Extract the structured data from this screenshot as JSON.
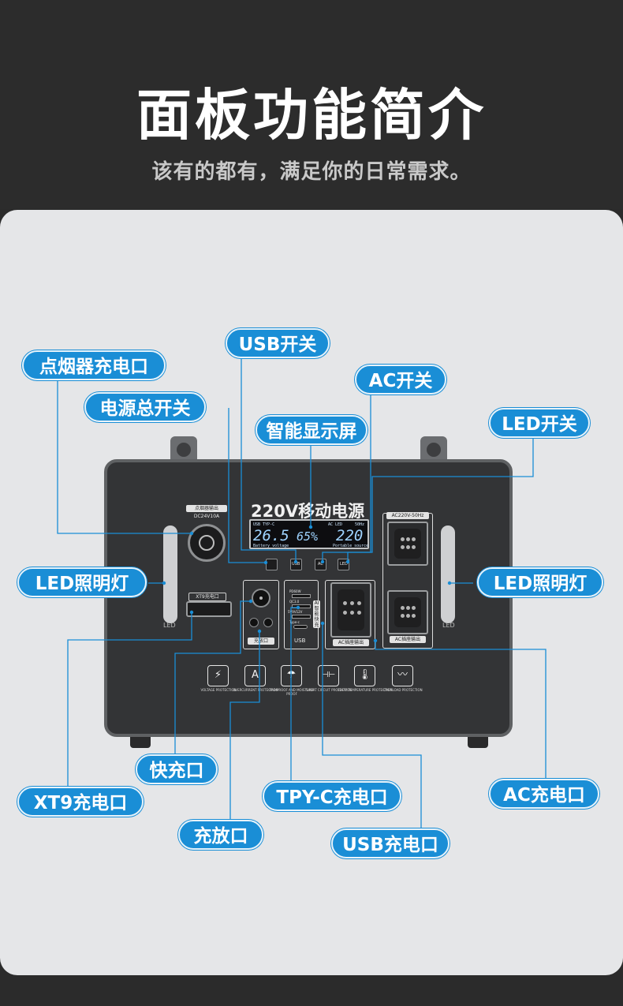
{
  "header": {
    "title": "面板功能简介",
    "subtitle": "该有的都有，满足你的日常需求。"
  },
  "callouts": {
    "cigarette": "点烟器充电口",
    "usb_switch": "USB开关",
    "ac_switch": "AC开关",
    "main_switch": "电源总开关",
    "display": "智能显示屏",
    "led_switch": "LED开关",
    "led_light_left": "LED照明灯",
    "led_light_right": "LED照明灯",
    "fast_charge": "快充口",
    "xt9": "XT9充电口",
    "typec": "TPY-C充电口",
    "ac_charge": "AC充电口",
    "charge_discharge": "充放口",
    "usb_charge": "USB充电口"
  },
  "device": {
    "panel_title": "220V移动电源",
    "cig_label_1": "点烟器输出",
    "cig_label_2": "DC24V10A",
    "xt9_label": "XT9充电口",
    "ac_label_top": "AC220V-50Hz",
    "ac_label_1": "AC插座输出",
    "ac_label_2": "AC插座输出",
    "fast_label": "充放口",
    "usb_label": "USB",
    "usb_ports": [
      "PD60W",
      "QC3.0",
      "5V9V12V",
      "Type-c"
    ],
    "usb_side": "AI智能快充",
    "led_left": "LED",
    "led_right": "LED",
    "buttons": [
      "电源总开关",
      "USB开关",
      "AC开关",
      "LED开关"
    ],
    "button_short": [
      "",
      "USB",
      "AC",
      "LED"
    ],
    "lcd": {
      "top_left": "USB TYP-C",
      "top_right": "AC LED",
      "freq": "50Hz",
      "voltage": "26.5",
      "percent": "65%",
      "output": "220",
      "bottom_left": "Battery voltage",
      "bottom_right": "Portable source"
    },
    "protections": [
      {
        "icon": "⚡",
        "label": "VOLTAGE PROTECTION"
      },
      {
        "icon": "A",
        "label": "OVERCURRENT PROTECTION"
      },
      {
        "icon": "☂",
        "label": "RAINPROOF AND MOISTURE-PROOF"
      },
      {
        "icon": "⊣⊢",
        "label": "SHORT CIRCUIT PROTECTION"
      },
      {
        "icon": "🌡",
        "label": "LOEW TEMPERATURE PROTECTION"
      },
      {
        "icon": "〰",
        "label": "OVERLOAD PROTECTION"
      }
    ]
  },
  "colors": {
    "accent": "#1a8ed6",
    "header_bg": "#2c2c2c",
    "card_bg": "#e5e6e8",
    "device_body": "#333436"
  }
}
